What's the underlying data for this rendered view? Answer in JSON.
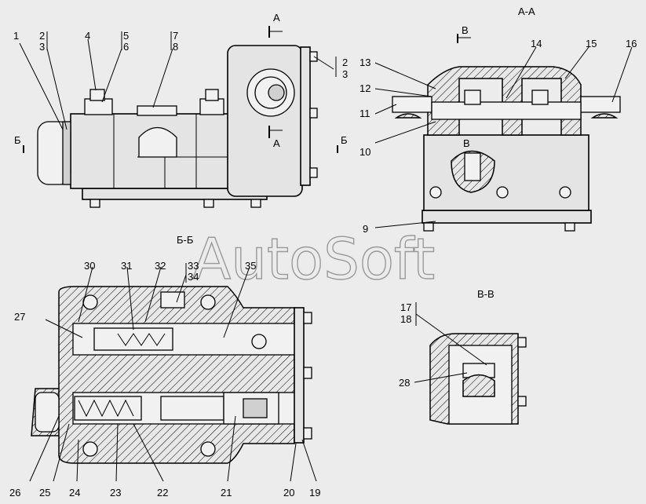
{
  "watermark": "AutoSoft",
  "sections": {
    "aa_title": "А-А",
    "bb_title": "Б-Б",
    "vv_title": "В-В",
    "cut_a_top": "А",
    "cut_a_bottom": "А",
    "cut_b_left": "Б",
    "cut_b_right": "Б",
    "cut_v_top": "В",
    "cut_v_mid": "В"
  },
  "callouts": {
    "c1": "1",
    "c2": "2",
    "c3": "3",
    "c4": "4",
    "c5": "5",
    "c6": "6",
    "c7": "7",
    "c8": "8",
    "c2r": "2",
    "c3r": "3",
    "c9": "9",
    "c10": "10",
    "c11": "11",
    "c12": "12",
    "c13": "13",
    "c14": "14",
    "c15": "15",
    "c16": "16",
    "c17": "17",
    "c18": "18",
    "c19": "19",
    "c20": "20",
    "c21": "21",
    "c22": "22",
    "c23": "23",
    "c24": "24",
    "c25": "25",
    "c26": "26",
    "c27": "27",
    "c28": "28",
    "c30": "30",
    "c31": "31",
    "c32": "32",
    "c33": "33",
    "c34": "34",
    "c35": "35"
  }
}
